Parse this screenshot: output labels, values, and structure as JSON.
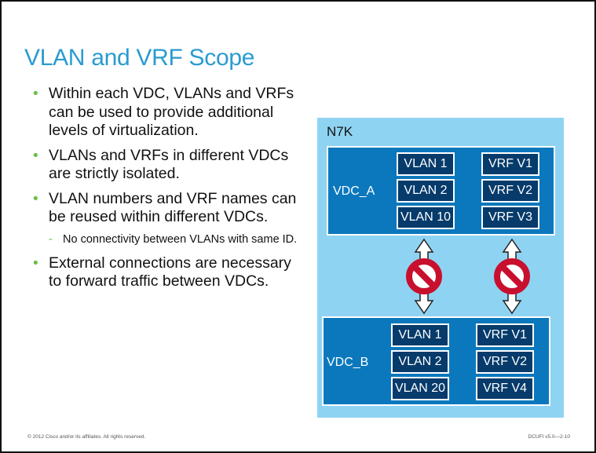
{
  "slide": {
    "title": "VLAN and VRF Scope",
    "bullets": [
      "Within each VDC, VLANs and VRFs can be used to provide additional levels of virtualization.",
      "VLANs and VRFs in different VDCs are strictly isolated.",
      "VLAN numbers and VRF names can be reused within different VDCs."
    ],
    "sub_bullet": "No connectivity between VLANs with same ID.",
    "bullet4": "External connections are necessary to forward traffic between VDCs."
  },
  "diagram": {
    "chassis": "N7K",
    "vdc_a": {
      "label": "VDC_A",
      "vlans": [
        "VLAN 1",
        "VLAN 2",
        "VLAN 10"
      ],
      "vrfs": [
        "VRF V1",
        "VRF V2",
        "VRF V3"
      ]
    },
    "vdc_b": {
      "label": "VDC_B",
      "vlans": [
        "VLAN 1",
        "VLAN 2",
        "VLAN 20"
      ],
      "vrfs": [
        "VRF V1",
        "VRF V2",
        "VRF V4"
      ]
    },
    "icons": [
      "double-arrow",
      "no-entry"
    ],
    "colors": {
      "background": "#8fd3f2",
      "vdc_box": "#0b78bd",
      "pill": "#063b6b",
      "prohibit": "#c8102e"
    }
  },
  "footer": {
    "copyright": "© 2012 Cisco and/or its affiliates. All rights reserved.",
    "code": "DCUFI v5.0—2-10"
  }
}
